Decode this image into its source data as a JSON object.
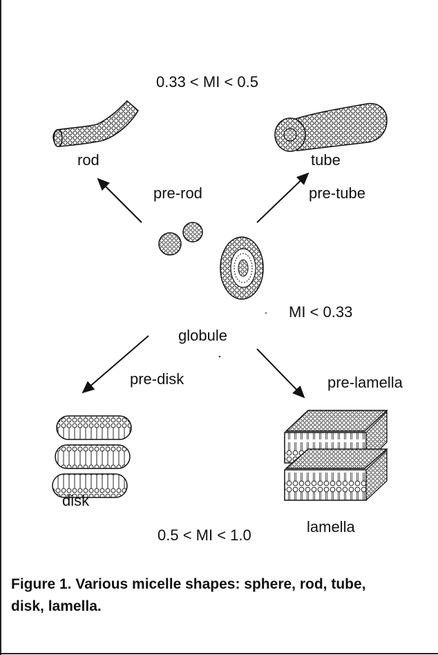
{
  "labels": {
    "range_top": "0.33 < MI < 0.5",
    "rod": "rod",
    "tube": "tube",
    "pre_rod": "pre-rod",
    "pre_tube": "pre-tube",
    "mi_lt": "MI < 0.33",
    "globule": "globule",
    "pre_disk": "pre-disk",
    "pre_lamella": "pre-lamella",
    "disk": "disk",
    "lamella": "lamella",
    "range_bottom": "0.5 < MI < 1.0"
  },
  "caption": "Figure 1. Various micelle shapes: sphere, rod, tube, disk, lamella."
}
